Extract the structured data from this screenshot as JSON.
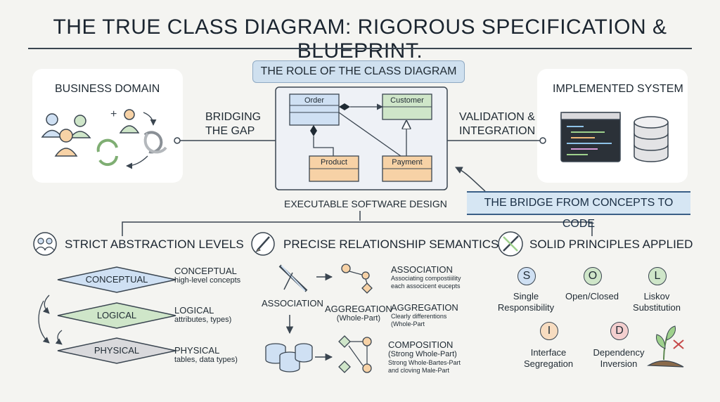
{
  "title": "THE TRUE CLASS DIAGRAM: RIGOROUS SPECIFICATION & BLUEPRINT.",
  "top": {
    "business_domain": "BUSINESS DOMAIN",
    "bridging_gap": [
      "BRIDGING",
      "THE GAP"
    ],
    "role_banner": "THE ROLE OF THE CLASS DIAGRAM",
    "validation": [
      "VALIDATION &",
      "INTEGRATION"
    ],
    "implemented_system": "IMPLEMENTED SYSTEM",
    "bridge_banner": "THE BRIDGE FROM CONCEPTS TO CODE",
    "executable": "EXECUTABLE SOFTWARE DESIGN",
    "classes": {
      "order": "Order",
      "customer": "Customer",
      "product": "Product",
      "payment": "Payment"
    }
  },
  "abstraction": {
    "heading": "STRICT ABSTRACTION LEVELS",
    "levels": [
      {
        "name": "CONCEPTUAL",
        "label": "CONCEPTUAL",
        "desc": "high-level concepts",
        "color": "#cfe0f3"
      },
      {
        "name": "LOGICAL",
        "label": "LOGICAL",
        "desc": "attributes, types)",
        "color": "#cfe6c9"
      },
      {
        "name": "PHYSICAL",
        "label": "PHYSICAL",
        "desc": "tables, data types)",
        "color": "#d9d9dc"
      }
    ]
  },
  "relationships": {
    "heading": "PRECISE RELATIONSHIP SEMANTICS",
    "association_label": "ASSOCIATION",
    "aggregation_label": [
      "AGGREGATION",
      "(Whole-Part)"
    ],
    "items": [
      {
        "title": "ASSOCIATION",
        "desc": [
          "Associating compostiiility",
          "each associcent eucepts"
        ]
      },
      {
        "title": "AGGREGATION",
        "desc": [
          "Clearly differentions",
          "(Whole-Part"
        ]
      },
      {
        "title": "COMPOSITION",
        "subtitle": "(Strong Whole-Part)",
        "desc": [
          "Strong Whole-Bartes-Part",
          "and cloving Male-Part"
        ]
      }
    ]
  },
  "solid": {
    "heading": "SOLID PRINCIPLES APPLIED",
    "principles": [
      {
        "letter": "S",
        "name": [
          "Single",
          "Responsibility"
        ],
        "color": "#cfe0f3"
      },
      {
        "letter": "O",
        "name": [
          "Open/Closed"
        ],
        "color": "#cfe6c9"
      },
      {
        "letter": "L",
        "name": [
          "Liskov",
          "Substitution"
        ],
        "color": "#cfe6c9"
      },
      {
        "letter": "I",
        "name": [
          "Interface",
          "Segregation"
        ],
        "color": "#f7dcc0"
      },
      {
        "letter": "D",
        "name": [
          "Dependency",
          "Inversion"
        ],
        "color": "#f4cfcf"
      }
    ]
  },
  "colors": {
    "blue": "#cfe0f3",
    "green": "#cfe6c9",
    "orange": "#f7d2a6",
    "line": "#3a4550"
  }
}
